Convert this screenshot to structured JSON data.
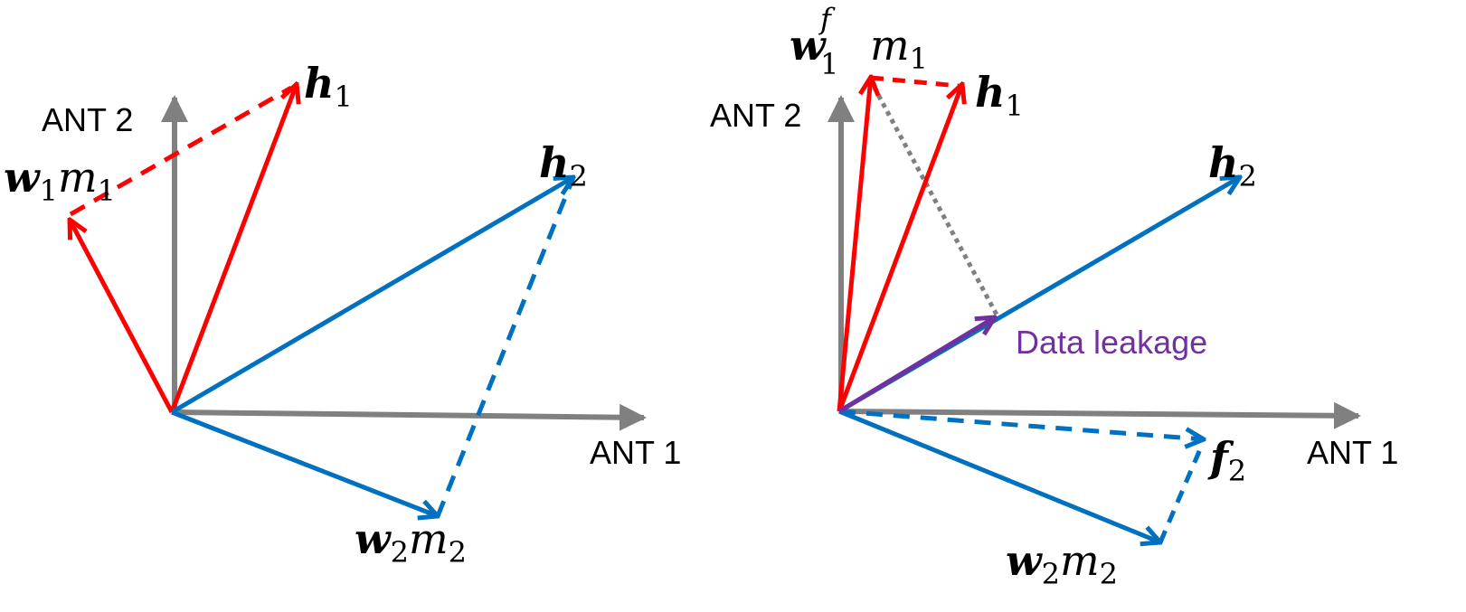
{
  "colors": {
    "axis": "#808080",
    "red": "#FF0000",
    "blue": "#0070C0",
    "purple": "#7030A0",
    "dotted_gray": "#808080"
  },
  "left_panel": {
    "axis_x_label": "ANT 1",
    "axis_y_label": "ANT 2",
    "h1": {
      "base": "h",
      "sub": "1"
    },
    "h2": {
      "base": "h",
      "sub": "2"
    },
    "w1m1": {
      "w": "w",
      "w_sub": "1",
      "m": "m",
      "m_sub": "1"
    },
    "w2m2": {
      "w": "w",
      "w_sub": "2",
      "m": "m",
      "m_sub": "2"
    }
  },
  "right_panel": {
    "axis_x_label": "ANT 1",
    "axis_y_label": "ANT 2",
    "h1": {
      "base": "h",
      "sub": "1"
    },
    "h2": {
      "base": "h",
      "sub": "2"
    },
    "f2": {
      "base": "f",
      "sub": "2"
    },
    "w1fm1": {
      "w": "w",
      "w_sub": "1",
      "w_sup": "f",
      "m": "m",
      "m_sub": "1"
    },
    "w2m2": {
      "w": "w",
      "w_sub": "2",
      "m": "m",
      "m_sub": "2"
    },
    "leakage_label": "Data leakage"
  }
}
